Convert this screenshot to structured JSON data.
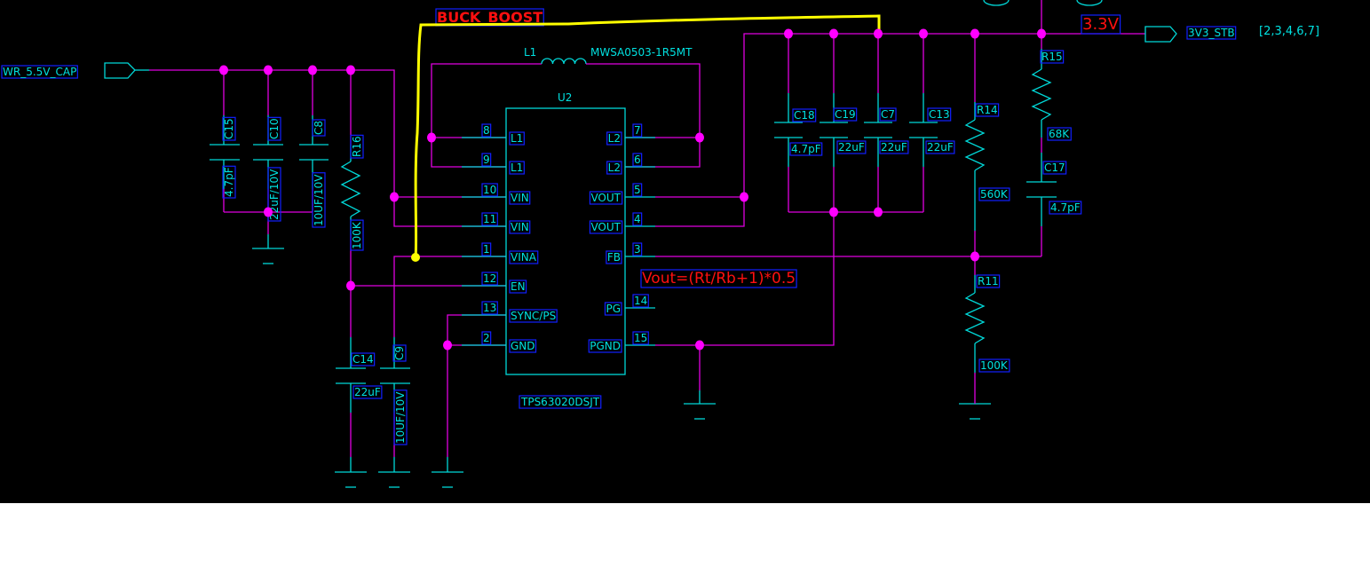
{
  "title": "BUCK_BOOST",
  "input_port": "WR_5.5V_CAP",
  "output_port": "3V3_STB",
  "output_port_pages": "[2,3,4,6,7]",
  "output_voltage": "3.3V",
  "formula": "Vout=(Rt/Rb+1)*0.5",
  "inductor": {
    "ref": "L1",
    "value": "MWSA0503-1R5MT"
  },
  "ic": {
    "ref": "U2",
    "part": "TPS63020DSJT",
    "left_pins": [
      {
        "num": "8",
        "name": "L1"
      },
      {
        "num": "9",
        "name": "L1"
      },
      {
        "num": "10",
        "name": "VIN"
      },
      {
        "num": "11",
        "name": "VIN"
      },
      {
        "num": "1",
        "name": "VINA"
      },
      {
        "num": "12",
        "name": "EN"
      },
      {
        "num": "13",
        "name": "SYNC/PS"
      },
      {
        "num": "2",
        "name": "GND"
      }
    ],
    "right_pins": [
      {
        "num": "7",
        "name": "L2"
      },
      {
        "num": "6",
        "name": "L2"
      },
      {
        "num": "5",
        "name": "VOUT"
      },
      {
        "num": "4",
        "name": "VOUT"
      },
      {
        "num": "3",
        "name": "FB"
      },
      {
        "num": "14",
        "name": "PG"
      },
      {
        "num": "15",
        "name": "PGND"
      }
    ]
  },
  "components": {
    "C15": {
      "ref": "C15",
      "value": "4.7pF"
    },
    "C10": {
      "ref": "C10",
      "value": "22uF/10V"
    },
    "C8": {
      "ref": "C8",
      "value": "10UF/10V"
    },
    "R16": {
      "ref": "R16",
      "value": "100K"
    },
    "C14": {
      "ref": "C14",
      "value": "22uF"
    },
    "C9": {
      "ref": "C9",
      "value": "10UF/10V"
    },
    "C18": {
      "ref": "C18",
      "value": "4.7pF"
    },
    "C19": {
      "ref": "C19",
      "value": "22uF"
    },
    "C7": {
      "ref": "C7",
      "value": "22uF"
    },
    "C13": {
      "ref": "C13",
      "value": "22uF"
    },
    "R14": {
      "ref": "R14",
      "value": "560K"
    },
    "R11": {
      "ref": "R11",
      "value": "100K"
    },
    "R15": {
      "ref": "R15",
      "value": "68K"
    },
    "C17": {
      "ref": "C17",
      "value": "4.7pF"
    }
  },
  "colors": {
    "background": "#000000",
    "wire": "#e000e0",
    "component": "#00d8d8",
    "annotation": "#ff1010",
    "highlight": "#ffff00",
    "label_box": "#1020ff"
  }
}
